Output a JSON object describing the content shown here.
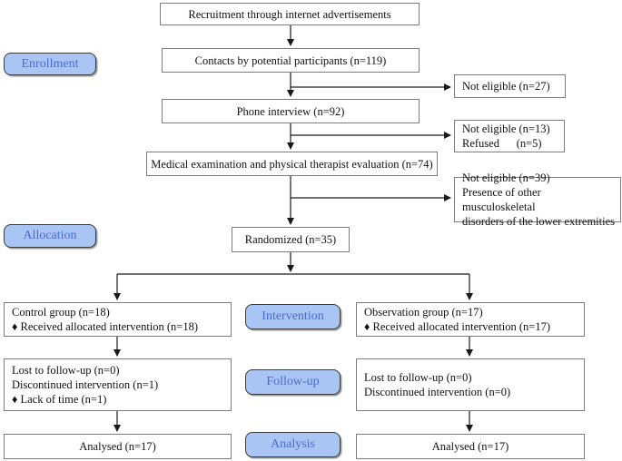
{
  "stages": {
    "enrollment": "Enrollment",
    "allocation": "Allocation",
    "intervention": "Intervention",
    "followup": "Follow-up",
    "analysis": "Analysis"
  },
  "nodes": {
    "recruitment": "Recruitment through internet advertisements",
    "contacts": "Contacts by potential participants (n=119)",
    "not_eligible_27": "Not eligible (n=27)",
    "phone": "Phone interview (n=92)",
    "not_eligible_13": "Not eligible (n=13)\nRefused      (n=5)",
    "medical": "Medical examination and physical therapist evaluation (n=74)",
    "not_eligible_39": "Not eligible (n=39)\nPresence of other musculoskeletal\ndisorders of the lower extremities",
    "randomized": "Randomized (n=35)",
    "control": "Control group (n=18)\n♦ Received allocated intervention (n=18)",
    "observation": "Observation group (n=17)\n♦ Received allocated intervention (n=17)",
    "followup_left": "Lost to follow-up (n=0)\nDiscontinued intervention (n=1)\n♦ Lack of time (n=1)",
    "followup_right": "Lost to follow-up (n=0)\nDiscontinued intervention (n=0)",
    "analysed_left": "Analysed (n=17)",
    "analysed_right": "Analysed (n=17)"
  },
  "colors": {
    "stage_fill": "#a9c5f3",
    "stage_text": "#4a6cd3",
    "box_border": "#7d7d7d",
    "line_color": "#1a1a1a"
  }
}
